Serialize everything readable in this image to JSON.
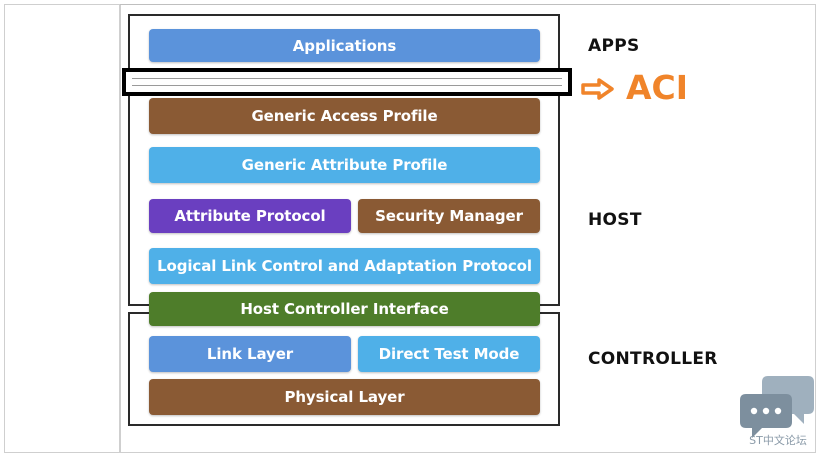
{
  "colors": {
    "blue": "#5b93db",
    "lightblue": "#4fb0e8",
    "brown": "#8a5a34",
    "purple": "#6a3fc0",
    "green": "#4e7d2a",
    "aci_orange": "#f0842a"
  },
  "layers": {
    "applications": "Applications",
    "gap": "Generic Access Profile",
    "gatt": "Generic Attribute Profile",
    "att": "Attribute Protocol",
    "sm": "Security Manager",
    "l2cap": "Logical Link Control and Adaptation Protocol",
    "hci": "Host Controller Interface",
    "ll": "Link Layer",
    "dtm": "Direct Test Mode",
    "phy": "Physical Layer"
  },
  "labels": {
    "apps": "APPS",
    "host": "HOST",
    "controller": "CONTROLLER",
    "aci": "ACI"
  },
  "watermark": {
    "icon": "chat-bubbles-icon",
    "text": "ST中文论坛"
  }
}
